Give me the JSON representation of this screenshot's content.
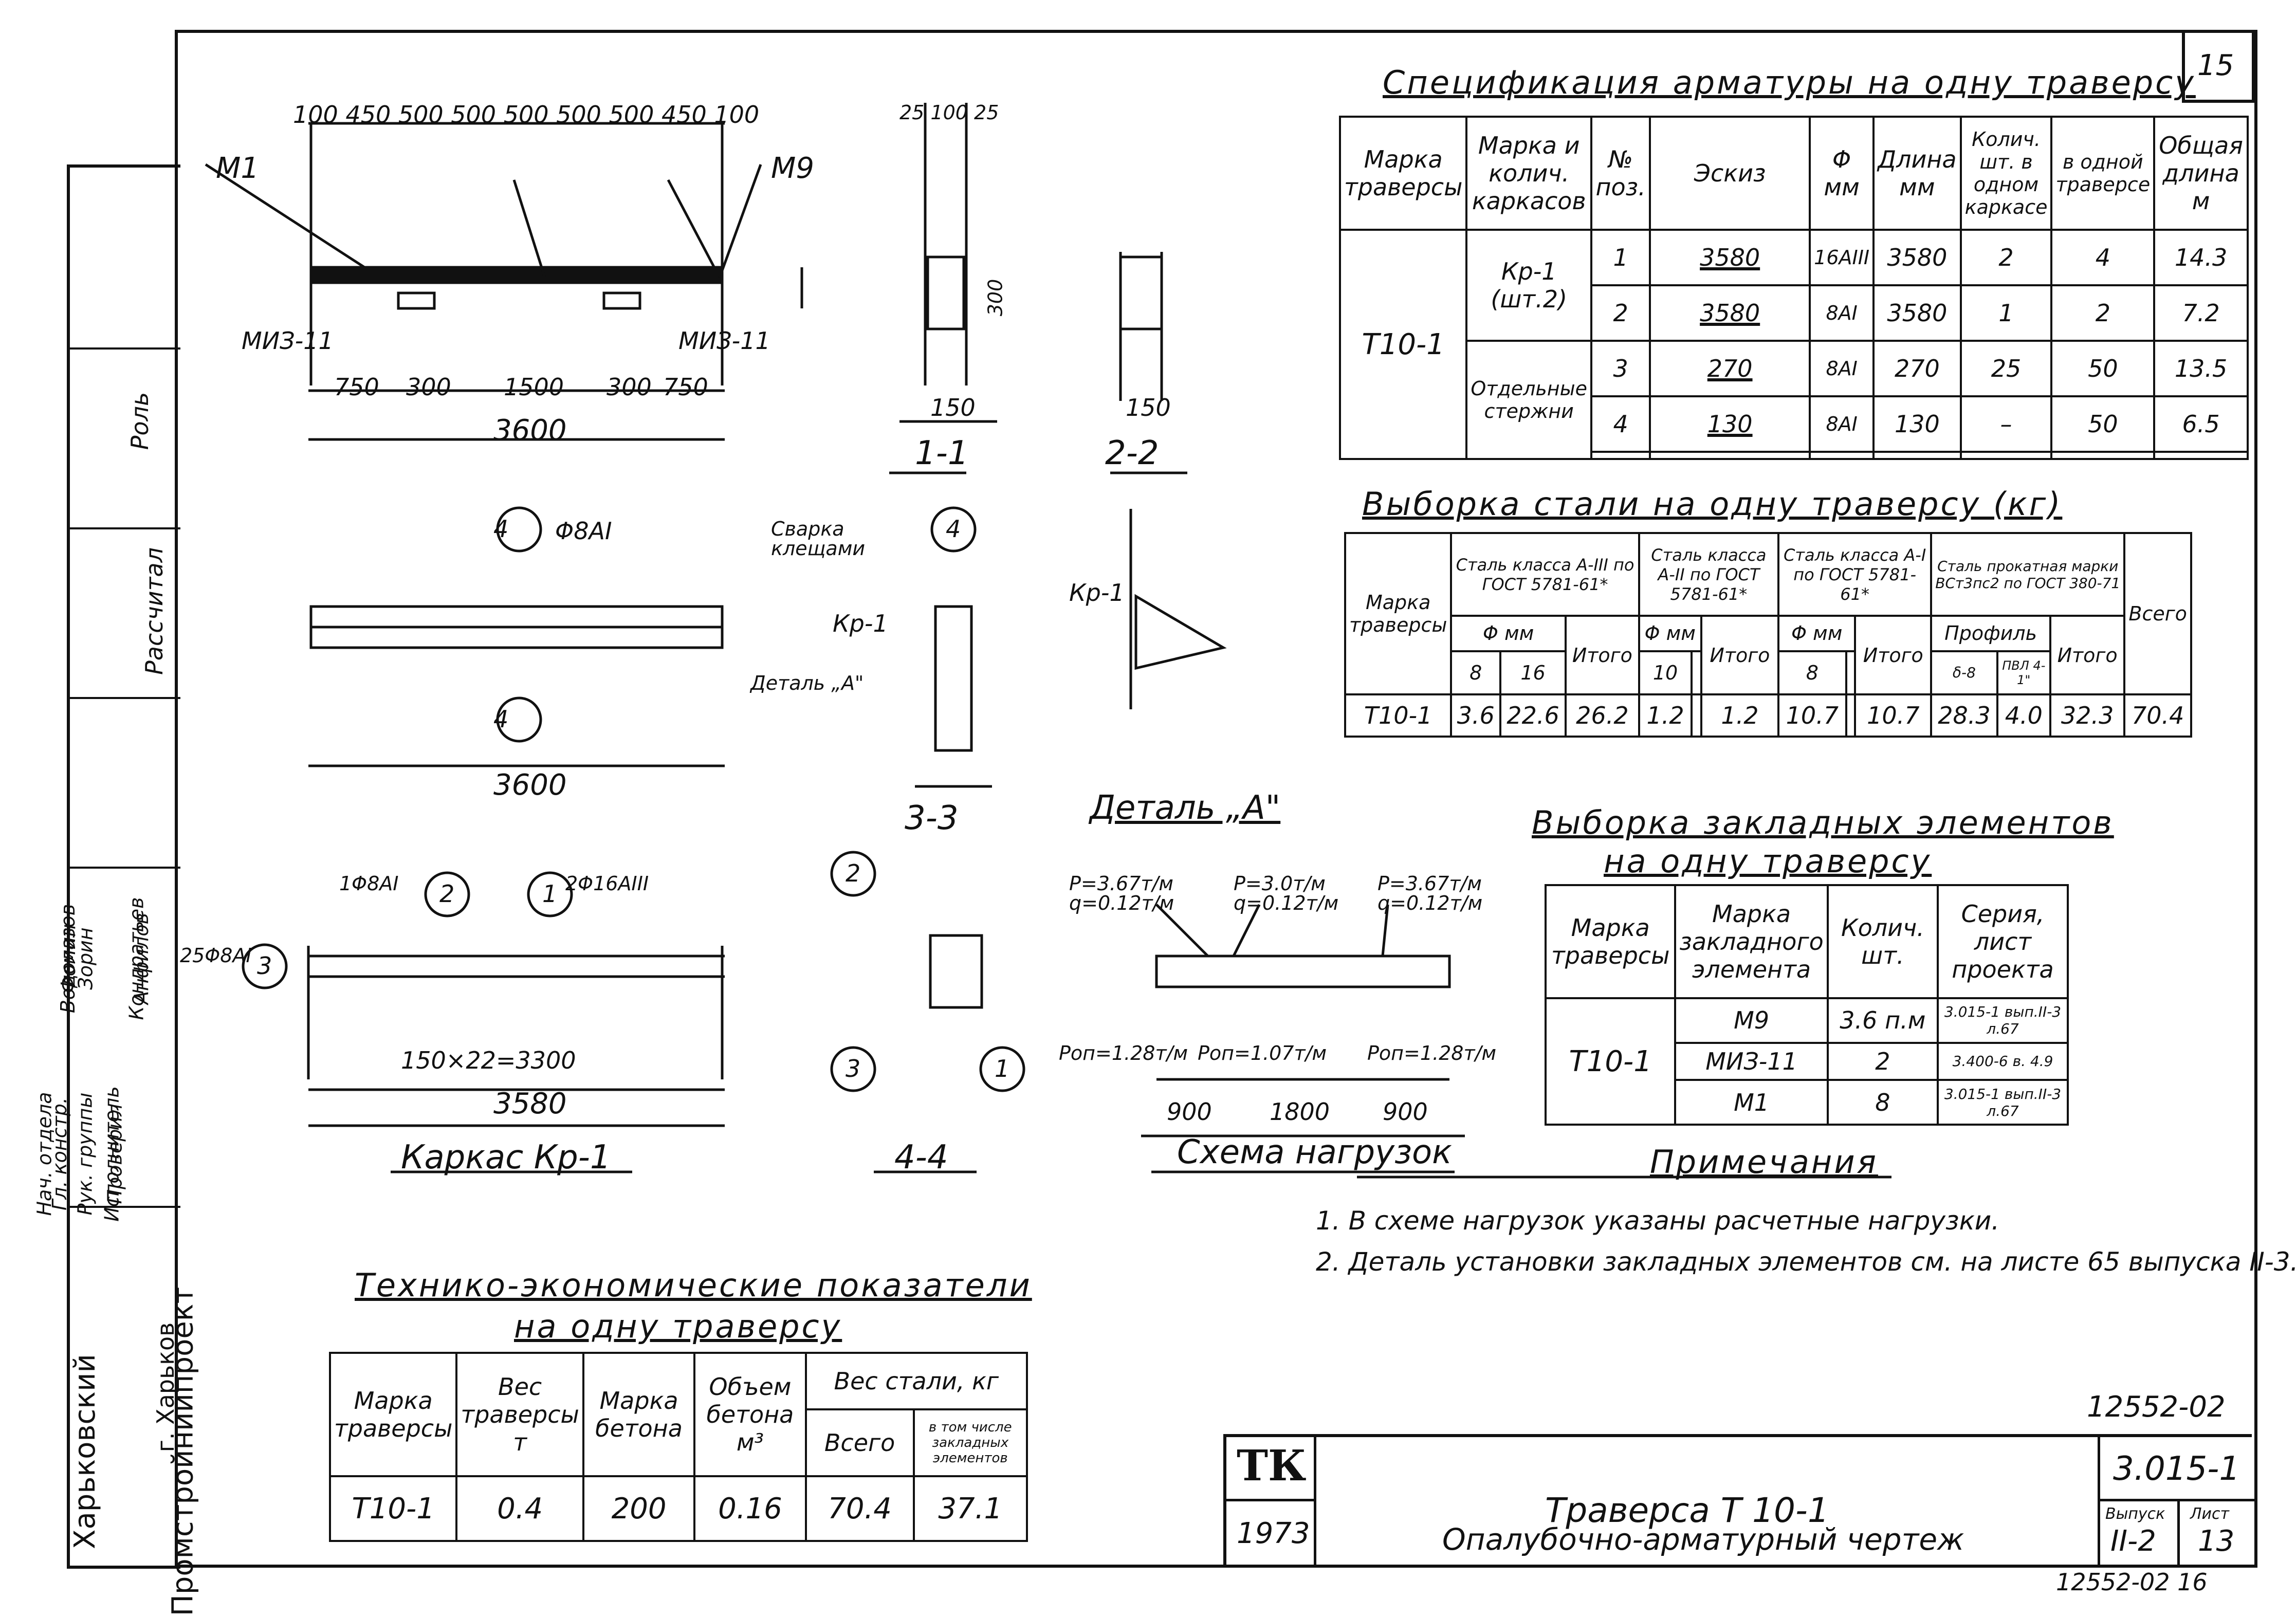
{
  "sheet_number": "15",
  "spec": {
    "title": "Спецификация арматуры на одну траверсу",
    "headers": [
      "Марка траверсы",
      "Марка и колич. каркасов",
      "№ поз.",
      "Эскиз",
      "Φ мм",
      "Длина мм",
      "Колич. шт. в одном каркасе",
      "в одной траверсе",
      "Общая длина м"
    ],
    "marka": "Т10-1",
    "karkas": "Кр-1 (шт.2)",
    "otdelnye": "Отдельные стержни",
    "rows": [
      {
        "pos": "1",
        "sketch": "3580",
        "d": "16АIII",
        "len": "3580",
        "n1": "2",
        "n2": "4",
        "total": "14.3"
      },
      {
        "pos": "2",
        "sketch": "3580",
        "d": "8АI",
        "len": "3580",
        "n1": "1",
        "n2": "2",
        "total": "7.2"
      },
      {
        "pos": "3",
        "sketch": "270",
        "d": "8АI",
        "len": "270",
        "n1": "25",
        "n2": "50",
        "total": "13.5"
      },
      {
        "pos": "4",
        "sketch": "130",
        "d": "8АI",
        "len": "130",
        "n1": "–",
        "n2": "50",
        "total": "6.5"
      }
    ]
  },
  "steel": {
    "title": "Выборка стали на одну траверсу (кг)",
    "h_marka": "Марка траверсы",
    "g1": "Сталь класса А-III по ГОСТ 5781-61*",
    "g2": "Сталь класса А-II по ГОСТ 5781-61*",
    "g3": "Сталь класса А-I по ГОСТ 5781-61*",
    "g4": "Сталь прокатная марки ВСт3пс2 по ГОСТ 380-71",
    "dmm": "Φ мм",
    "prof": "Профиль",
    "itogo": "Итого",
    "vsego": "Всего",
    "sub": [
      "8",
      "16",
      "10",
      "8",
      "δ-8",
      "ПВЛ 4-1\""
    ],
    "row": [
      "Т10-1",
      "3.6",
      "22.6",
      "26.2",
      "1.2",
      "1.2",
      "10.7",
      "10.7",
      "28.3",
      "4.0",
      "32.3",
      "70.4"
    ]
  },
  "embed": {
    "title1": "Выборка закладных элементов",
    "title2": "на одну траверсу",
    "headers": [
      "Марка траверсы",
      "Марка закладного элемента",
      "Колич. шт.",
      "Серия, лист проекта"
    ],
    "marka": "Т10-1",
    "rows": [
      {
        "el": "М9",
        "qty": "3.6 п.м",
        "ser": "3.015-1 вып.II-3 л.67"
      },
      {
        "el": "МИЗ-11",
        "qty": "2",
        "ser": "3.400-6 в. 4.9"
      },
      {
        "el": "М1",
        "qty": "8",
        "ser": "3.015-1 вып.II-3 л.67"
      }
    ]
  },
  "notes": {
    "title": "Примечания",
    "items": [
      "1. В схеме нагрузок указаны расчетные нагрузки.",
      "2. Деталь установки закладных элементов см. на листе 65 выпуска II-3."
    ]
  },
  "tech": {
    "title1": "Технико-экономические показатели",
    "title2": "на одну траверсу",
    "headers": [
      "Марка траверсы",
      "Вес траверсы т",
      "Марка бетона",
      "Объем бетона м³",
      "Вес стали, кг",
      "Всего",
      "в том числе закладных элементов"
    ],
    "row": [
      "Т10-1",
      "0.4",
      "200",
      "0.16",
      "70.4",
      "37.1"
    ]
  },
  "titleblock": {
    "code_top": "12552-02",
    "tk": "ТК",
    "year": "1973",
    "name1": "Траверса Т 10-1",
    "name2": "Опалубочно-арматурный чертеж",
    "series": "3.015-1",
    "vyp_label": "Выпуск",
    "vyp": "II-2",
    "list_label": "Лист",
    "list": "13",
    "code_bottom": "12552-02 16"
  },
  "side": {
    "org1": "Харьковский",
    "org2": "Промстройниипроект",
    "org3": "г. Харьков",
    "roles": [
      "Нач. отдела",
      "Гл. констр.",
      "Рук. группы",
      "Исполнитель",
      "Проверил"
    ],
    "names": [
      "Водолазов",
      "Фомин",
      "Зорин",
      "Кондратьев",
      "Анфилов"
    ],
    "boxes": [
      "Рассчитал",
      "Роль"
    ]
  },
  "drawing": {
    "top_dims": "100 450 500 500 500 500 500 450 100",
    "m1": "М1",
    "m9": "М9",
    "miz": "МИЗ-11",
    "bot_dims": [
      "750",
      "300",
      "1500",
      "300",
      "750"
    ],
    "len3600": "3600",
    "h300": "300",
    "s11": "1-1",
    "s22": "2-2",
    "s33": "3-3",
    "s44": "4-4",
    "w150": "150",
    "w150b": "150",
    "w_3": "25 100 25",
    "d8ai": "Φ8АI",
    "pos4": "4",
    "svarka": "Сварка клещами",
    "kr1": "Кр-1",
    "detal_a": "Деталь „А\"",
    "detal_title": "Деталь „А\"",
    "karkas": "Каркас Кр-1",
    "sk_pos1": "2Φ16АIII",
    "sk_pos2": "1Φ8АI",
    "sk_pos3": "25Φ8АI",
    "sk_dims": "150×22=3300",
    "sk_len": "3580",
    "scheme_title": "Схема нагрузок",
    "loads": [
      "P=3.67т/м q=0.12т/м",
      "P=3.0т/м q=0.12т/м",
      "P=3.67т/м q=0.12т/м"
    ],
    "rlabels": [
      "Pоп=1.28т/м",
      "Pоп=1.07т/м",
      "Pоп=1.28т/м"
    ],
    "sch_dims": [
      "900",
      "1800",
      "900"
    ]
  }
}
